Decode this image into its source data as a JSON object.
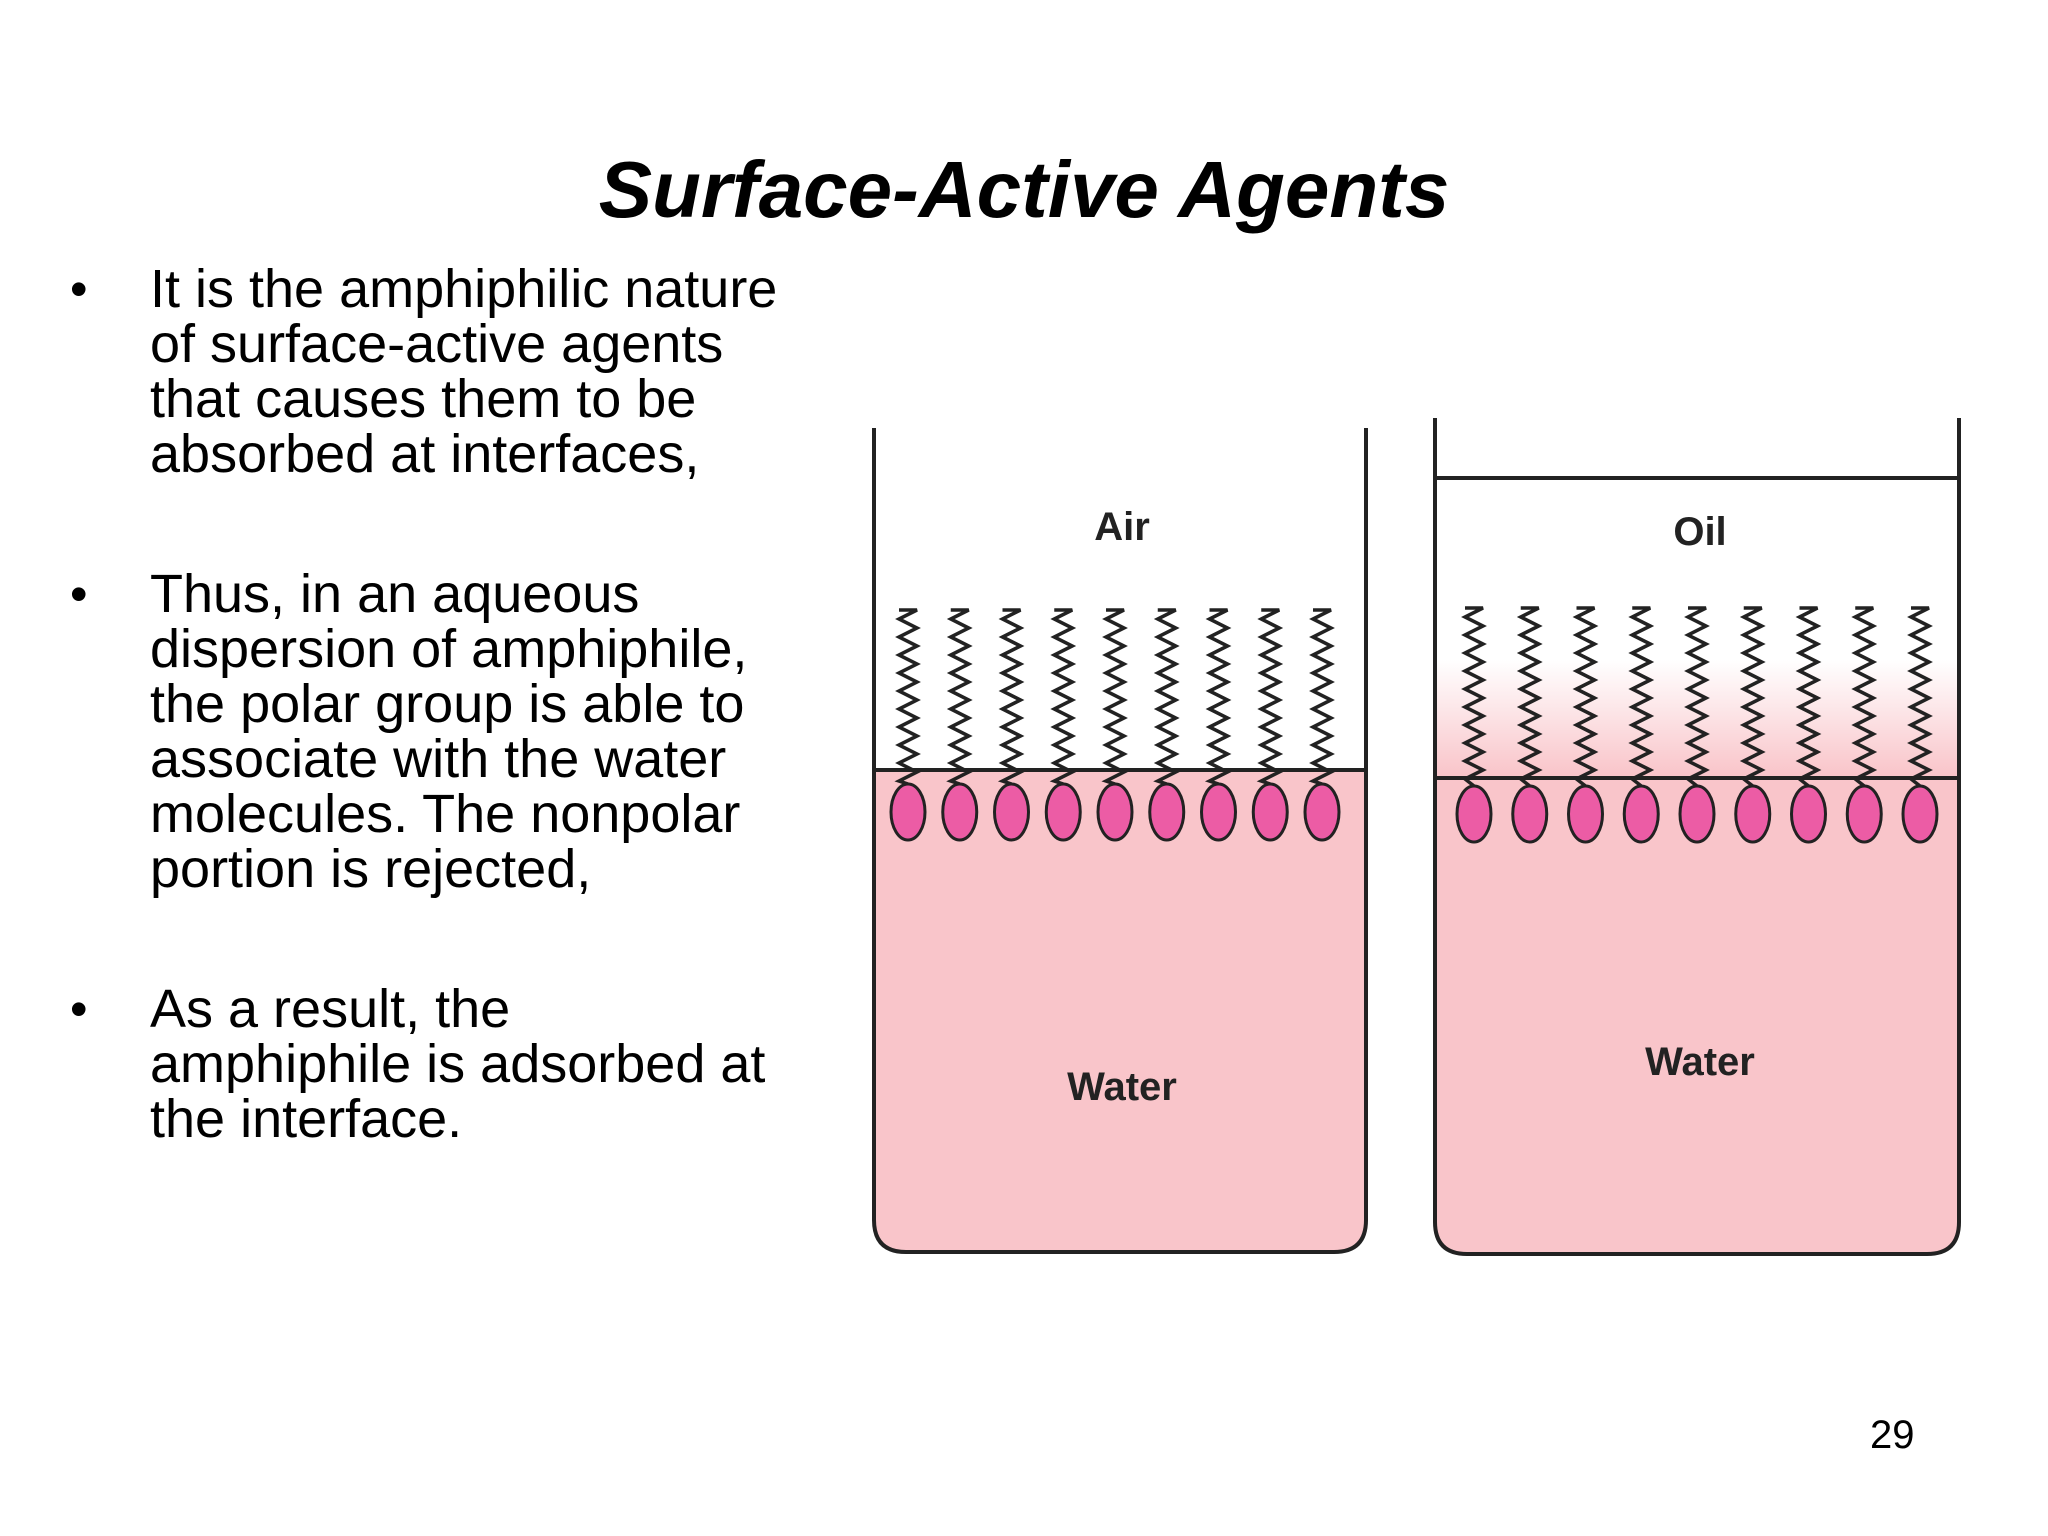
{
  "slide": {
    "title": "Surface-Active Agents",
    "bullets": [
      {
        "lines": [
          "It is the amphiphilic nature",
          "of surface-active agents",
          "that causes them to be",
          "absorbed at interfaces,"
        ]
      },
      {
        "lines": [
          "Thus, in an aqueous",
          "dispersion of amphiphile,",
          "the polar group is able to",
          "associate with the water",
          "molecules. The nonpolar",
          "portion is rejected,"
        ]
      },
      {
        "lines": [
          "As a result, the",
          "amphiphile is adsorbed at",
          "the interface."
        ]
      }
    ],
    "bullet_symbol": "•",
    "page_number": "29"
  },
  "diagram": {
    "left_beaker": {
      "upper_phase": "Air",
      "lower_phase": "Water"
    },
    "right_beaker": {
      "upper_phase": "Oil",
      "lower_phase": "Water"
    },
    "molecules_per_beaker": 9,
    "colors": {
      "water": "#f9c5ca",
      "head": "#ec5ca5",
      "outline": "#222222"
    }
  }
}
